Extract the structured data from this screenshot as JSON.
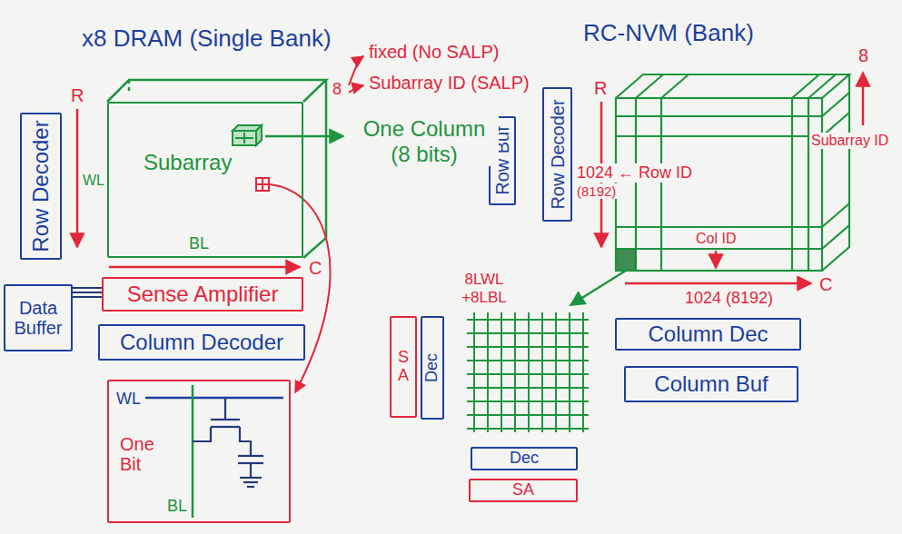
{
  "diagram": {
    "nodes": [
      {
        "text": [
          "Subarray"
        ]
      },
      {
        "text": [
          "Row Decoder"
        ]
      },
      {
        "text": [
          "Data Buffer"
        ]
      },
      {
        "text": [
          "Sense Amplifier"
        ]
      },
      {
        "text": [
          "Column Decoder"
        ]
      },
      {
        "text": [
          "WL",
          "One Bit",
          "BL"
        ]
      },
      {
        "text": [
          "Row Buf"
        ]
      },
      {
        "text": [
          "Row Decoder"
        ]
      },
      {
        "text": [
          "SA"
        ]
      },
      {
        "text": [
          "Dec"
        ]
      },
      {
        "text": [
          "Dec"
        ]
      },
      {
        "text": [
          "SA"
        ]
      },
      {
        "text": [
          "Column Dec"
        ]
      },
      {
        "text": [
          "Column Buf"
        ]
      }
    ],
    "edges": [
      {
        "from": 2,
        "to": 3,
        "arrow": "none"
      }
    ],
    "labels": [
      "x8 DRAM (Single Bank)",
      "fixed (No SALP)",
      "Subarray ID (SALP)",
      "8",
      "R",
      "WL",
      "One Column (8 bits)",
      "BL",
      "C",
      "RC-NVM (Bank)",
      "R",
      "8",
      "Subarray ID",
      "1024 ← Row ID",
      "(8192)",
      "Col ID",
      "1024 (8192)",
      "C",
      "8LWL +8LBL"
    ]
  }
}
